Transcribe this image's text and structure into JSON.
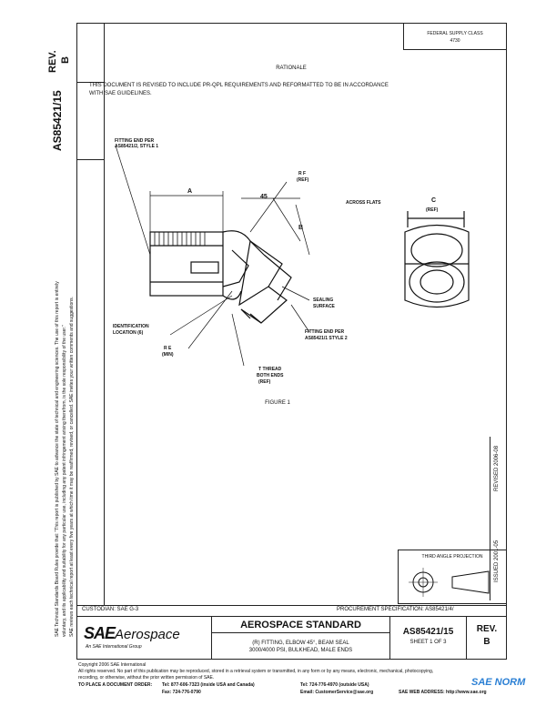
{
  "header": {
    "rev_label": "REV.",
    "rev_value": "B",
    "doc_number_vertical": "AS85421/15",
    "federal_cage": "FEDERAL SUPPLY CLASS",
    "fsc_number": "4730"
  },
  "rationale": {
    "title": "RATIONALE",
    "text_line1": "THIS DOCUMENT IS REVISED TO INCLUDE PR-QPL REQUIREMENTS AND REFORMATTED TO BE IN ACCORDANCE",
    "text_line2": "WITH SAE GUIDELINES."
  },
  "left_margin": {
    "line1": "SAE Technical Standards Board Rules provide that: \"This report is published by SAE to advance the state of technical and engineering sciences. The use of this report is entirely",
    "line2": "voluntary, and its applicability and suitability for any particular use, including any patent infringement arising therefrom, is the sole responsibility of the user.\"",
    "line3": "SAE reviews each technical report at least every five years at which time it may be reaffirmed, revised, or cancelled. SAE invites your written comments and suggestions."
  },
  "right_margin": {
    "issued": "ISSUED 2001-05",
    "revised": "REVISED 2006-08"
  },
  "figure": {
    "label_fitting_end1": "FITTING END PER",
    "label_fitting_end1b": "AS85421/2, STYLE 1",
    "label_a": "A",
    "label_45": "45",
    "label_rf": "R F",
    "label_rf_ref": "(REF)",
    "label_b": "B",
    "label_sealing": "SEALING",
    "label_surface": "SURFACE",
    "label_fitting_end2": "FITTING END PER",
    "label_fitting_end2b": "AS85421/1 STYLE 2",
    "label_ident": "IDENTIFICATION",
    "label_location": "LOCATION (6)",
    "label_re": "R E",
    "label_min": "(MIN)",
    "label_thread": "T THREAD",
    "label_both": "BOTH ENDS",
    "label_ref": "(REF)",
    "label_across": "ACROSS FLATS",
    "label_c": "C",
    "label_c_ref": "(REF)",
    "caption": "FIGURE 1"
  },
  "projection": {
    "label": "THIRD ANGLE PROJECTION"
  },
  "bottom_table": {
    "custodian": "CUSTODIAN: SAE G-3",
    "procurement": "PROCUREMENT SPECIFICATION: AS85421/4/",
    "logo_main": "SAE",
    "logo_sub": "Aerospace",
    "logo_tagline": "An SAE International Group",
    "standard_title": "AEROSPACE STANDARD",
    "desc_line1": "(R) FITTING, ELBOW 45°, BEAM SEAL",
    "desc_line2": "3000/4000 PSI, BULKHEAD, MALE ENDS",
    "doc_number": "AS85421/15",
    "sheet": "SHEET 1 OF 3",
    "rev_label": "REV.",
    "rev_value": "B"
  },
  "footer": {
    "copyright": "Copyright 2006 SAE International",
    "rights1": "All rights reserved. No part of this publication may be reproduced, stored in a retrieval system or transmitted, in any form or by any means, electronic, mechanical, photocopying,",
    "rights2": "recording, or otherwise, without the prior written permission of SAE.",
    "order_label": "TO PLACE A DOCUMENT ORDER:",
    "tel": "Tel: 877-606-7323 (inside USA and Canada)",
    "tel2": "Tel: 724-776-4970 (outside USA)",
    "fax": "Fax: 724-776-0790",
    "email": "Email: CustomerService@sae.org",
    "web": "SAE WEB ADDRESS: http://www.sae.org",
    "watermark": "SAE NORM"
  }
}
